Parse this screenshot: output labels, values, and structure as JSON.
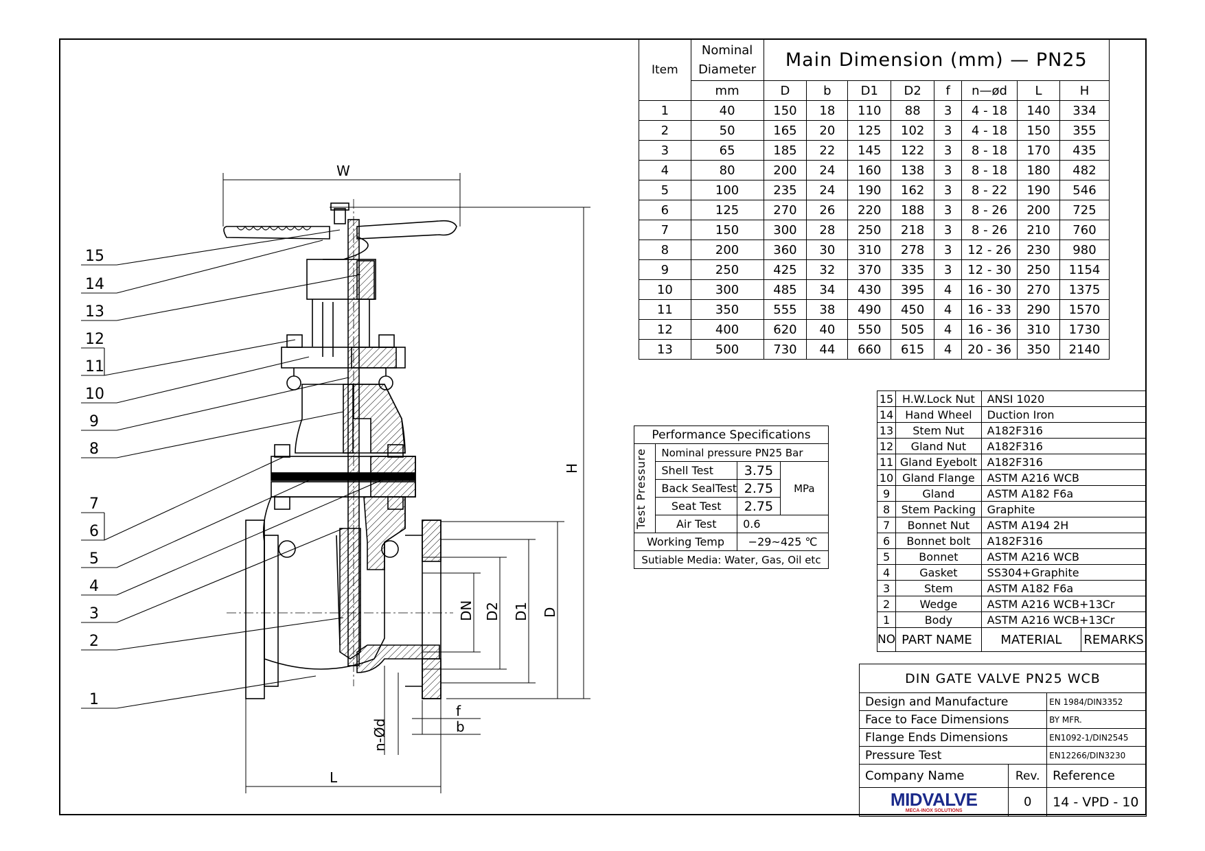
{
  "dimension_labels": {
    "W": "W",
    "H": "H",
    "L": "L",
    "DN": "DN",
    "D2": "D2",
    "D1": "D1",
    "D": "D",
    "nd": "n-Ød",
    "f": "f",
    "b": "b"
  },
  "callouts": [
    "15",
    "14",
    "13",
    "12",
    "11",
    "10",
    "9",
    "8",
    "7",
    "6",
    "5",
    "4",
    "3",
    "2",
    "1"
  ],
  "main_table": {
    "item_header": "Item",
    "nominal_header_1": "Nominal",
    "nominal_header_2": "Diameter",
    "title_prefix": "Main Dimension (mm) — ",
    "title_bold": "PN25",
    "unit": "mm",
    "columns": [
      "D",
      "b",
      "D1",
      "D2",
      "f",
      "n—ød",
      "L",
      "H"
    ],
    "rows": [
      [
        "1",
        "40",
        "150",
        "18",
        "110",
        "88",
        "3",
        "4 - 18",
        "140",
        "334"
      ],
      [
        "2",
        "50",
        "165",
        "20",
        "125",
        "102",
        "3",
        "4 - 18",
        "150",
        "355"
      ],
      [
        "3",
        "65",
        "185",
        "22",
        "145",
        "122",
        "3",
        "8 - 18",
        "170",
        "435"
      ],
      [
        "4",
        "80",
        "200",
        "24",
        "160",
        "138",
        "3",
        "8 - 18",
        "180",
        "482"
      ],
      [
        "5",
        "100",
        "235",
        "24",
        "190",
        "162",
        "3",
        "8 - 22",
        "190",
        "546"
      ],
      [
        "6",
        "125",
        "270",
        "26",
        "220",
        "188",
        "3",
        "8 - 26",
        "200",
        "725"
      ],
      [
        "7",
        "150",
        "300",
        "28",
        "250",
        "218",
        "3",
        "8 - 26",
        "210",
        "760"
      ],
      [
        "8",
        "200",
        "360",
        "30",
        "310",
        "278",
        "3",
        "12 - 26",
        "230",
        "980"
      ],
      [
        "9",
        "250",
        "425",
        "32",
        "370",
        "335",
        "3",
        "12 - 30",
        "250",
        "1154"
      ],
      [
        "10",
        "300",
        "485",
        "34",
        "430",
        "395",
        "4",
        "16 - 30",
        "270",
        "1375"
      ],
      [
        "11",
        "350",
        "555",
        "38",
        "490",
        "450",
        "4",
        "16 - 33",
        "290",
        "1570"
      ],
      [
        "12",
        "400",
        "620",
        "40",
        "550",
        "505",
        "4",
        "16 - 36",
        "310",
        "1730"
      ],
      [
        "13",
        "500",
        "730",
        "44",
        "660",
        "615",
        "4",
        "20 - 36",
        "350",
        "2140"
      ]
    ]
  },
  "performance": {
    "title": "Performance Specifications",
    "group_label": "Test Pressure",
    "nominal": "Nominal pressure PN25 Bar",
    "tests": [
      {
        "name": "Shell Test",
        "value": "3.75"
      },
      {
        "name": "Back SealTest",
        "value": "2.75"
      },
      {
        "name": "Seat Test",
        "value": "2.75"
      },
      {
        "name": "Air Test",
        "value": "0.6"
      }
    ],
    "unit": "MPa",
    "working_temp_label": "Working Temp",
    "working_temp_value": "−29~425 ℃",
    "media": "Sutiable Media:  Water, Gas, Oil etc"
  },
  "parts": {
    "rows": [
      {
        "no": "15",
        "name": "H.W.Lock Nut",
        "material": "ANSI 1020"
      },
      {
        "no": "14",
        "name": "Hand Wheel",
        "material": "Duction Iron"
      },
      {
        "no": "13",
        "name": "Stem Nut",
        "material": "A182F316"
      },
      {
        "no": "12",
        "name": "Gland Nut",
        "material": "A182F316"
      },
      {
        "no": "11",
        "name": "Gland Eyebolt",
        "material": "A182F316"
      },
      {
        "no": "10",
        "name": "Gland Flange",
        "material": "ASTM A216 WCB"
      },
      {
        "no": "9",
        "name": "Gland",
        "material": "ASTM A182 F6a"
      },
      {
        "no": "8",
        "name": "Stem Packing",
        "material": "Graphite"
      },
      {
        "no": "7",
        "name": "Bonnet Nut",
        "material": "ASTM A194 2H"
      },
      {
        "no": "6",
        "name": "Bonnet bolt",
        "material": "A182F316"
      },
      {
        "no": "5",
        "name": "Bonnet",
        "material": "ASTM A216 WCB"
      },
      {
        "no": "4",
        "name": "Gasket",
        "material": "SS304+Graphite"
      },
      {
        "no": "3",
        "name": "Stem",
        "material": "ASTM A182 F6a"
      },
      {
        "no": "2",
        "name": "Wedge",
        "material": "ASTM A216 WCB+13Cr"
      },
      {
        "no": "1",
        "name": "Body",
        "material": "ASTM A216 WCB+13Cr"
      }
    ],
    "header": {
      "no": "NO",
      "name": "PART NAME",
      "material": "MATERIAL",
      "remarks": "REMARKS"
    }
  },
  "title_block": {
    "title": "DIN GATE VALVE PN25 WCB",
    "specs": [
      {
        "label": "Design and Manufacture",
        "value": "EN 1984/DIN3352"
      },
      {
        "label": "Face to Face Dimensions",
        "value": "BY MFR."
      },
      {
        "label": "Flange Ends Dimensions",
        "value": "EN1092-1/DIN2545"
      },
      {
        "label": "Pressure Test",
        "value": "EN12266/DIN3230"
      }
    ],
    "company_label": "Company Name",
    "rev_label": "Rev.",
    "reference_label": "Reference",
    "logo": "MIDVALVE",
    "logo_sub": "MECA-INOX SOLUTIONS",
    "rev_value": "0",
    "reference_value": "14 - VPD - 10"
  }
}
